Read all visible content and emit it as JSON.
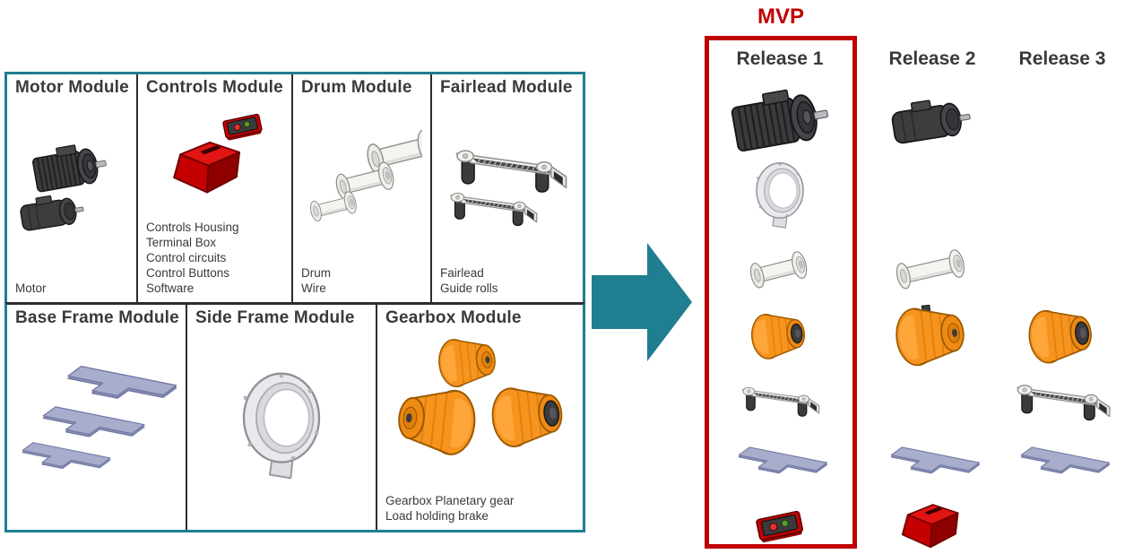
{
  "colors": {
    "teal_accent": "#1F7E90",
    "mvp_red": "#C00000",
    "gearbox_orange": "#F7941E",
    "plate_blue_gray": "#A7ADCB",
    "part_dark_gray": "#3B3B3E",
    "text_gray": "#3A3A3A"
  },
  "mvp_label": "MVP",
  "releases": [
    {
      "label": "Release 1",
      "items": [
        "motor-large",
        "ring",
        "drum",
        "gearbox-sm",
        "fairlead-sm",
        "plate",
        "control-pad"
      ]
    },
    {
      "label": "Release 2",
      "items": [
        "motor-small",
        null,
        "drum-long",
        "gearbox-lg",
        null,
        "plate",
        "controls-housing"
      ]
    },
    {
      "label": "Release 3",
      "items": [
        null,
        null,
        null,
        "gearbox-lg2",
        "fairlead-lg",
        "plate",
        null
      ]
    }
  ],
  "modules": {
    "top": [
      {
        "title": "Motor Module",
        "art": "motor-set",
        "caption": "Motor"
      },
      {
        "title": "Controls Module",
        "art": "controls-set",
        "caption": "Controls Housing\nTerminal Box\nControl circuits\nControl Buttons\nSoftware"
      },
      {
        "title": "Drum Module",
        "art": "drum-set",
        "caption": "Drum\nWire"
      },
      {
        "title": "Fairlead Module",
        "art": "fairlead-set",
        "caption": "Fairlead\nGuide rolls"
      }
    ],
    "bottom": [
      {
        "title": "Base Frame Module",
        "art": "plate-set",
        "caption": ""
      },
      {
        "title": "Side Frame Module",
        "art": "ring-large",
        "caption": ""
      },
      {
        "title": "Gearbox Module",
        "art": "gearbox-set",
        "caption": "Gearbox Planetary gear\nLoad holding brake"
      }
    ]
  },
  "icons": {
    "transform-arrow-icon": "solid right-pointing arrow",
    "motor-large-icon": "finned electric motor",
    "motor-small-icon": "cylindrical motor",
    "controls-housing-icon": "red controls housing",
    "control-pad-icon": "red two-button control pad",
    "drum-icon": "white winch drum spool",
    "fairlead-icon": "fairlead bracket with guide rolls",
    "plate-icon": "T-shaped base frame plate",
    "ring-icon": "side frame ring clamp",
    "gearbox-icon": "orange planetary gearbox"
  }
}
